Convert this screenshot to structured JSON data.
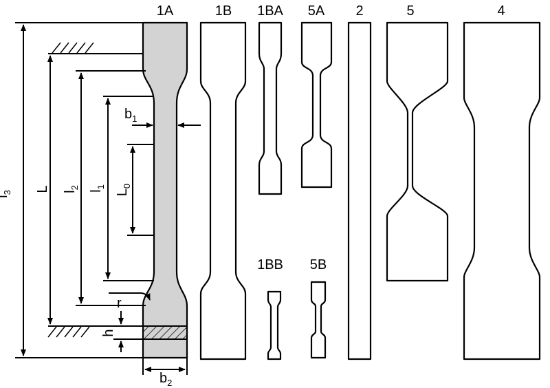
{
  "specimen_labels": {
    "s1A": "1A",
    "s1B": "1B",
    "s1BA": "1BA",
    "s5A": "5A",
    "s2": "2",
    "s5": "5",
    "s4": "4",
    "s1BB": "1BB",
    "s5B": "5B"
  },
  "dimensions": {
    "l3": {
      "base": "l",
      "sub": "3"
    },
    "L": {
      "base": "L",
      "sub": ""
    },
    "l2": {
      "base": "l",
      "sub": "2"
    },
    "l1": {
      "base": "l",
      "sub": "1"
    },
    "L0": {
      "base": "L",
      "sub": "0"
    },
    "b1": {
      "base": "b",
      "sub": "1"
    },
    "b2": {
      "base": "b",
      "sub": "2"
    },
    "r": {
      "base": "r",
      "sub": ""
    },
    "h": {
      "base": "h",
      "sub": ""
    }
  },
  "colors": {
    "specimen_1A_fill": "#d3d3d3",
    "line": "#000000",
    "background": "#ffffff"
  }
}
